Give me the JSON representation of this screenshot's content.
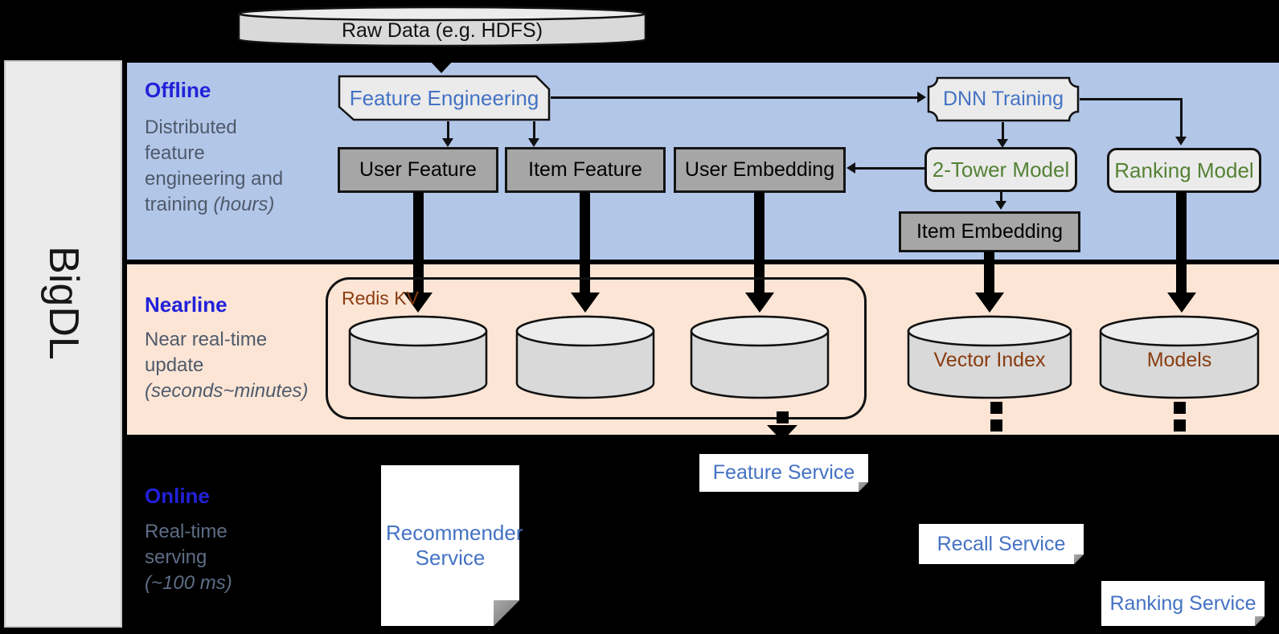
{
  "colors": {
    "band-offline": "#b2c6e8",
    "band-nearline": "#fce5d5",
    "page-bg": "#000000",
    "label-blue": "#2121d9",
    "desc-gray": "#4e5a6b",
    "desc-gray-dark": "#5d6d85",
    "node-blue": "#4472c4",
    "node-green": "#548235",
    "node-brown": "#8a3c10",
    "gray-box": "#a6a6a6",
    "shape-light": "#ebebeb",
    "cyl-body": "#d9d9d9",
    "cyl-top": "#ececec",
    "sidebar-bg": "#ebebeb"
  },
  "brand": {
    "label": "BigDL"
  },
  "source": {
    "label": "Raw Data (e.g. HDFS)"
  },
  "bands": {
    "offline": {
      "title": "Offline",
      "desc": "Distributed\nfeature\nengineering and\ntraining ",
      "note": "(hours)"
    },
    "nearline": {
      "title": "Nearline",
      "desc": "Near real-time\nupdate\n",
      "note": "(seconds~minutes)"
    },
    "online": {
      "title": "Online",
      "desc": "Real-time\nserving\n",
      "note": "(~100 ms)"
    }
  },
  "nodes": {
    "feature_engineering": "Feature Engineering",
    "dnn_training": "DNN Training",
    "user_feature": "User Feature",
    "item_feature": "Item Feature",
    "user_embedding": "User Embedding",
    "two_tower_model": "2-Tower Model",
    "ranking_model": "Ranking Model",
    "item_embedding": "Item Embedding",
    "redis_kv": "Redis KV",
    "vector_index": "Vector Index",
    "models": "Models",
    "recommender_service": "Recommender Service",
    "feature_service": "Feature Service",
    "recall_service": "Recall Service",
    "ranking_service": "Ranking Service"
  }
}
